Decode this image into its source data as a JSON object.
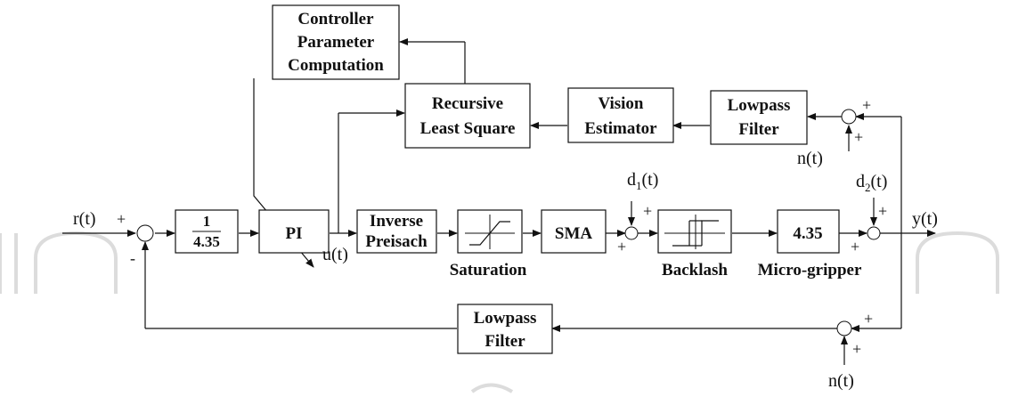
{
  "blocks": {
    "controller_param": [
      "Controller",
      "Parameter",
      "Computation"
    ],
    "rls": [
      "Recursive",
      "Least Square"
    ],
    "vision": [
      "Vision",
      "Estimator"
    ],
    "lowpass_top": [
      "Lowpass",
      "Filter"
    ],
    "gain_num": "1",
    "gain_den": "4.35",
    "pi": "PI",
    "inverse_preisach": [
      "Inverse",
      "Preisach"
    ],
    "sma": "SMA",
    "plant_gain": "4.35",
    "lowpass_bottom": [
      "Lowpass",
      "Filter"
    ]
  },
  "captions": {
    "saturation": "Saturation",
    "backlash": "Backlash",
    "micro_gripper": "Micro-gripper"
  },
  "signals": {
    "r": "r(t)",
    "u": "u(t)",
    "y": "y(t)",
    "d1": "d",
    "d1_sub": "1",
    "d1_arg": "(t)",
    "d2": "d",
    "d2_sub": "2",
    "d2_arg": "(t)",
    "n_top": "n(t)",
    "n_bottom": "n(t)"
  },
  "signs": {
    "plus": "+",
    "minus": "-"
  }
}
